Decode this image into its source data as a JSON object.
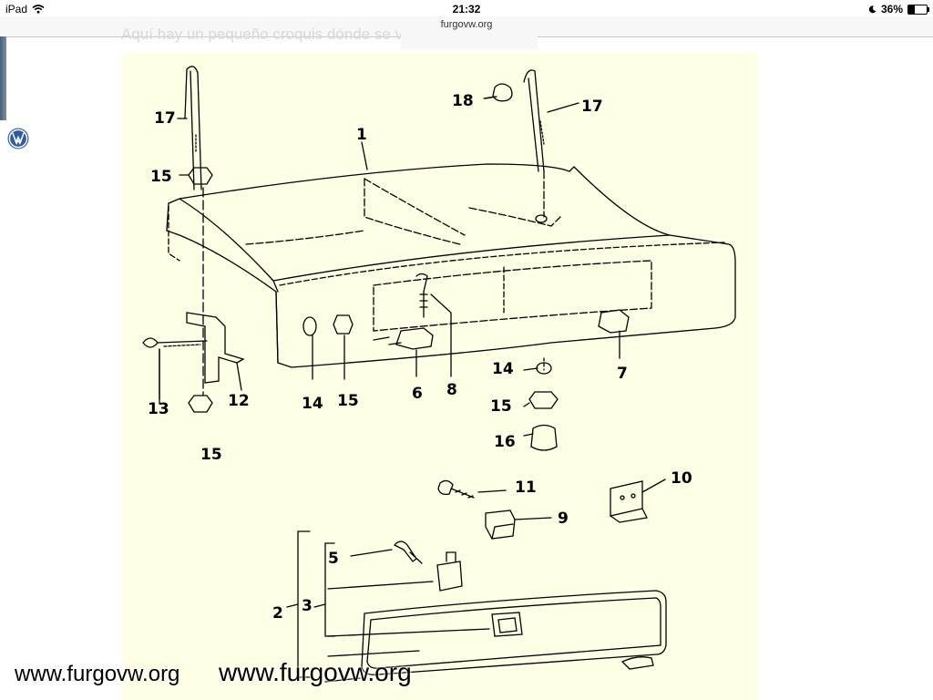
{
  "status_bar": {
    "device": "iPad",
    "time": "21:32",
    "battery": "36%",
    "battery_level": 0.36
  },
  "browser": {
    "url": "furgovw.org",
    "header_text": "Aquí hay un pequeño croquis dónde se ve el anclaje en sí"
  },
  "diagram": {
    "callouts": [
      "17",
      "15",
      "1",
      "18",
      "17",
      "13",
      "12",
      "14",
      "15",
      "6",
      "8",
      "7",
      "14",
      "15",
      "16",
      "15",
      "11",
      "10",
      "9",
      "5",
      "3",
      "2"
    ]
  },
  "watermarks": [
    "www.furgovw.org",
    "www.furgovw.org"
  ],
  "icons": {
    "wifi": "wifi-icon",
    "battery": "battery-icon",
    "logo": "volkswagen-logo-icon"
  },
  "colors": {
    "panel_background": "#ffffe6",
    "line": "#000000"
  }
}
